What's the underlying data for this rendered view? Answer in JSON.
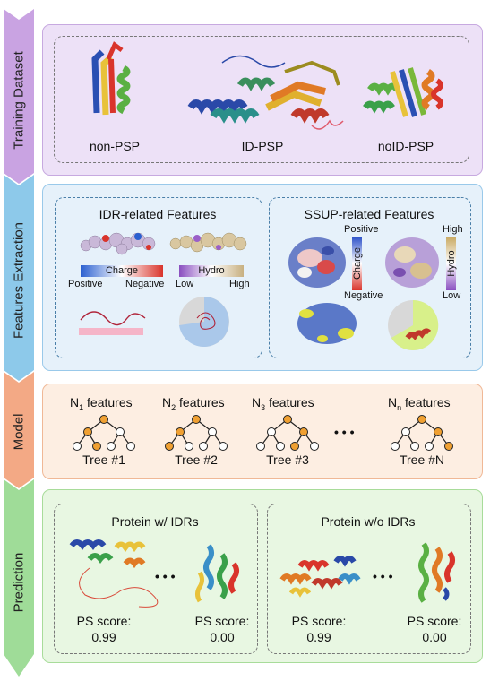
{
  "stages": [
    {
      "label": "Training Dataset",
      "color": "#c9a3e2"
    },
    {
      "label": "Features Extraction",
      "color": "#8dc9ea"
    },
    {
      "label": "Model",
      "color": "#f3a985"
    },
    {
      "label": "Prediction",
      "color": "#9fdc98"
    }
  ],
  "training": {
    "proteins": [
      "non-PSP",
      "ID-PSP",
      "noID-PSP"
    ]
  },
  "features": {
    "idr": {
      "title": "IDR-related Features",
      "charge": {
        "label": "Charge",
        "low": "Positive",
        "high": "Negative"
      },
      "hydro": {
        "label": "Hydro",
        "low": "Low",
        "high": "High"
      }
    },
    "ssup": {
      "title": "SSUP-related Features",
      "charge": {
        "label": "Charge",
        "top": "Positive",
        "bottom": "Negative"
      },
      "hydro": {
        "label": "Hydro",
        "top": "High",
        "bottom": "Low"
      }
    }
  },
  "model": {
    "features": [
      {
        "name": "N",
        "sub": "1",
        "suffix": " features"
      },
      {
        "name": "N",
        "sub": "2",
        "suffix": " features"
      },
      {
        "name": "N",
        "sub": "3",
        "suffix": " features"
      },
      {
        "name": "N",
        "sub": "n",
        "suffix": " features"
      }
    ],
    "trees": [
      "Tree #1",
      "Tree #2",
      "Tree #3",
      "Tree #N"
    ],
    "ellipsis": "• • •"
  },
  "prediction": {
    "with_idr": {
      "title": "Protein w/ IDRs",
      "score_label": "PS score:",
      "scores": [
        "0.99",
        "0.00"
      ]
    },
    "without_idr": {
      "title": "Protein w/o IDRs",
      "score_label": "PS score:",
      "scores": [
        "0.99",
        "0.00"
      ]
    },
    "ellipsis": "• • •"
  }
}
